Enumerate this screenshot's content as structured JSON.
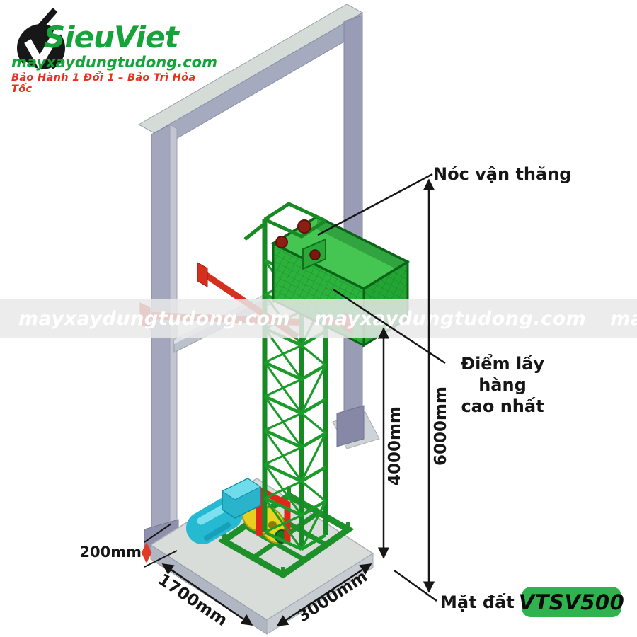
{
  "brand": {
    "name": "SieuViet",
    "website": "mayxaydungtudong.com",
    "tagline": "Bảo Hành 1 Đổi 1 – Bảo Trì Hỏa Tốc"
  },
  "watermark": {
    "text": "mayxaydungtudong.com"
  },
  "labels": {
    "roof": "Nóc vận thăng",
    "pickup_line1": "Điểm lấy hàng",
    "pickup_line2": "cao nhất",
    "ground": "Mặt đất"
  },
  "dimensions": {
    "total_height": "6000mm",
    "pickup_height": "4000mm",
    "slab_thickness": "200mm",
    "slab_width": "1700mm",
    "slab_length": "3000mm"
  },
  "model": {
    "code": "VTSV500"
  },
  "colors": {
    "brand_green": "#16a339",
    "tagline_red": "#e5301d",
    "badge_green": "#2eb34f",
    "machine_green": "#23a433",
    "cage_green": "#2cb13c",
    "outrigger_red": "#d52f1e",
    "motor_cyan": "#29b7cf",
    "drum_yellow": "#e6cf1f",
    "frame_gray": "#a6aabe",
    "slab_gray": "#d8ddda"
  }
}
